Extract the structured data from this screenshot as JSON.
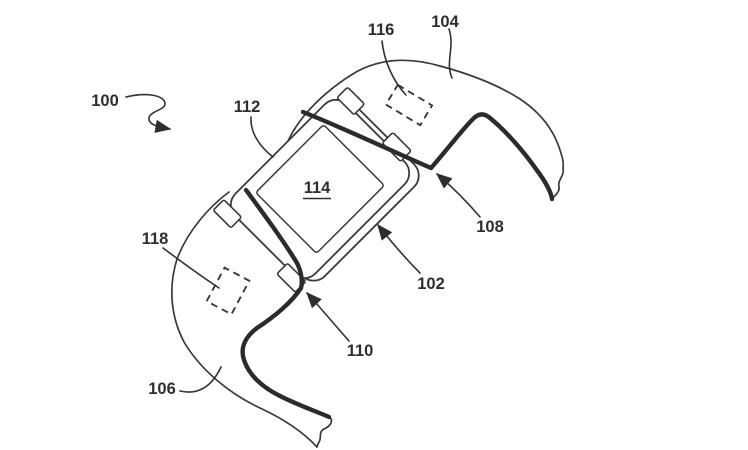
{
  "figure": {
    "background_color": "#ffffff",
    "line_color": "#3a3a3a",
    "callouts": [
      {
        "id": "assembly-overview",
        "text": "100"
      },
      {
        "id": "watch-body-top",
        "text": "112"
      },
      {
        "id": "display",
        "text": "114"
      },
      {
        "id": "upper-band-dashed-region",
        "text": "116"
      },
      {
        "id": "upper-band",
        "text": "104"
      },
      {
        "id": "upper-attachment-point",
        "text": "108"
      },
      {
        "id": "watch-body-side",
        "text": "102"
      },
      {
        "id": "lower-attachment-point",
        "text": "110"
      },
      {
        "id": "lower-band-dashed-region",
        "text": "118"
      },
      {
        "id": "lower-band",
        "text": "106"
      }
    ]
  }
}
